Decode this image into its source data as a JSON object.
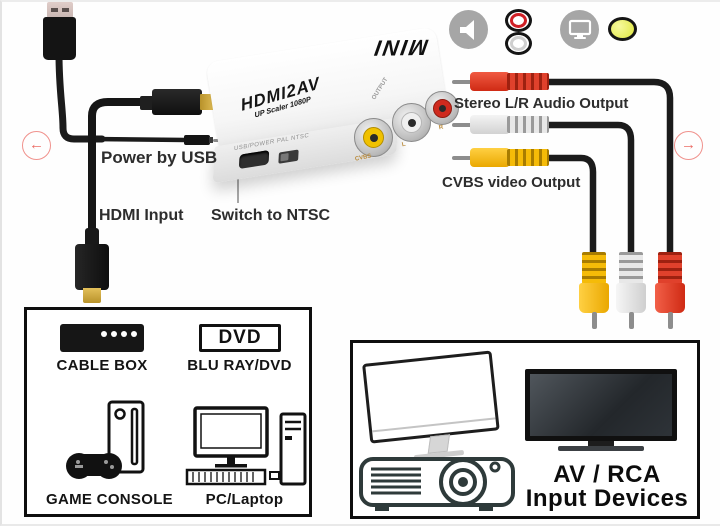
{
  "colors": {
    "arrow_accent": "#ec6d66",
    "rca_red": "#d8301f",
    "rca_white": "#e3e3e3",
    "rca_yellow": "#f2b705",
    "cable_black": "#1b1b1b",
    "badge_gray": "#a6a6a6"
  },
  "carousel": {
    "prev_symbol": "←",
    "next_symbol": "→"
  },
  "device": {
    "brand": "MINI",
    "model": "HDMI2AV",
    "subtitle": "UP Scaler 1080P",
    "front_label": "USB/POWER PAL NTSC",
    "side_label": "OUTPUT",
    "jack_labels": [
      "CVBS",
      "L",
      "R"
    ]
  },
  "callouts": {
    "power": "Power by USB",
    "hdmi_input": "HDMI Input",
    "switch_ntsc": "Switch to NTSC",
    "stereo_output": "Stereo L/R Audio Output",
    "cvbs_output": "CVBS video Output"
  },
  "source_devices": {
    "items": [
      {
        "label": "CABLE BOX"
      },
      {
        "label": "BLU RAY/DVD",
        "badge": "DVD"
      },
      {
        "label": "GAME CONSOLE"
      },
      {
        "label": "PC/Laptop"
      }
    ]
  },
  "output_devices": {
    "title_line1": "AV / RCA",
    "title_line2": "Input Devices"
  }
}
